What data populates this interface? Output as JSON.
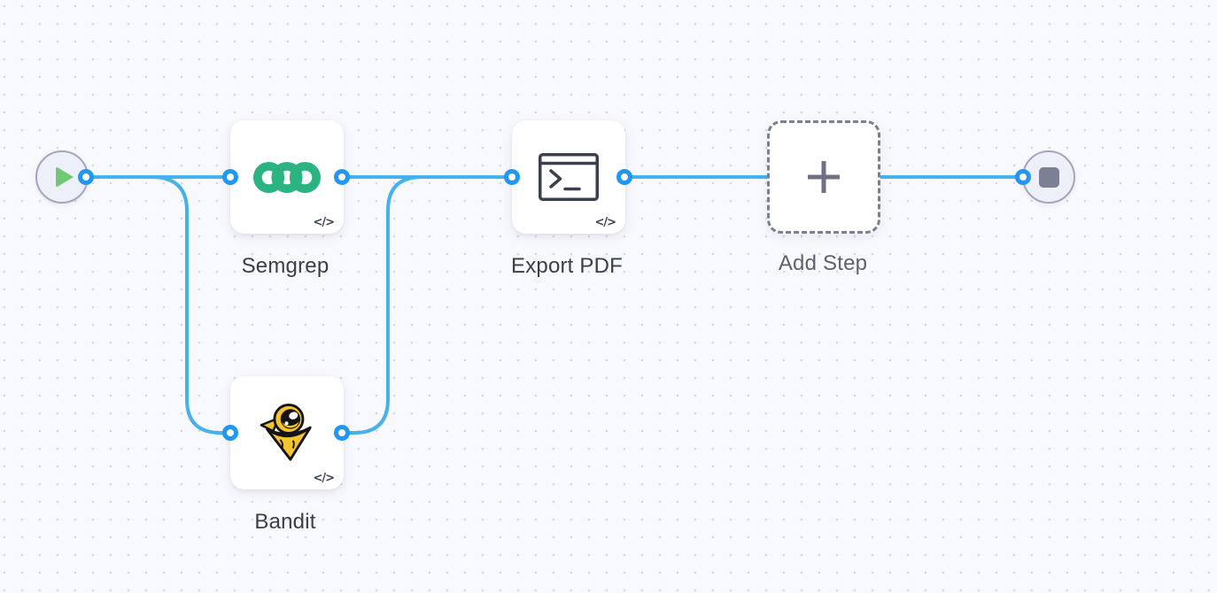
{
  "canvas": {
    "background_color": "#f8f9fd",
    "dot_color": "#d4d6e2",
    "connection_color": "#45b2ec",
    "port_ring_color": "#2196f3",
    "port_fill_color": "#ffffff"
  },
  "nodes": {
    "start": {
      "type": "start",
      "icon": "play-icon",
      "play_color": "#72c974"
    },
    "semgrep": {
      "label": "Semgrep",
      "icon": "semgrep-logo",
      "logo_color": "#2bb381",
      "code_badge": "</>"
    },
    "bandit": {
      "label": "Bandit",
      "icon": "bandit-logo",
      "logo_color": "#f4c430",
      "code_badge": "</>"
    },
    "export_pdf": {
      "label": "Export PDF",
      "icon": "terminal-icon",
      "icon_color": "#3a404e",
      "code_badge": "</>"
    },
    "add_step": {
      "label": "Add Step",
      "icon": "plus-icon",
      "plus_color": "#6d7182",
      "border_style": "dashed"
    },
    "end": {
      "type": "end",
      "icon": "stop-icon",
      "stop_color": "#7c8095"
    }
  },
  "connections": [
    {
      "from": "start",
      "to": "semgrep"
    },
    {
      "from": "start",
      "to": "bandit"
    },
    {
      "from": "semgrep",
      "to": "export_pdf"
    },
    {
      "from": "bandit",
      "to": "export_pdf"
    },
    {
      "from": "export_pdf",
      "to": "add_step"
    },
    {
      "from": "add_step",
      "to": "end"
    }
  ]
}
